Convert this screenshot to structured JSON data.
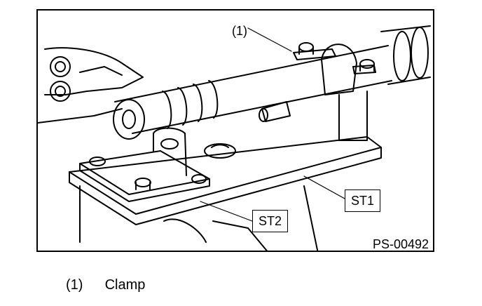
{
  "figure": {
    "callout_number": "(1)",
    "tool_labels": [
      "ST1",
      "ST2"
    ],
    "figure_code": "PS-00492"
  },
  "caption": {
    "number": "(1)",
    "text": "Clamp"
  }
}
